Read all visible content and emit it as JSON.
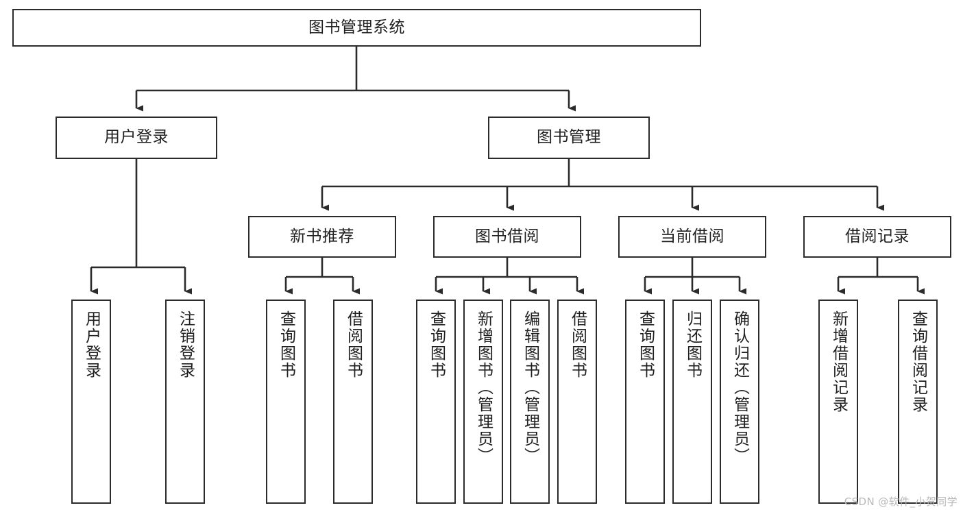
{
  "diagram": {
    "title": "图书管理系统",
    "type": "tree",
    "watermark": "CSDN @软件_小贺同学",
    "colors": {
      "box_border": "#2b2b2b",
      "box_fill": "#ffffff",
      "connector": "#2b2b2b",
      "text": "#1f1f1f",
      "watermark": "#b9b9b9",
      "background": "#ffffff"
    },
    "levels": {
      "root": {
        "label": "图书管理系统"
      },
      "level2": [
        {
          "label": "用户登录"
        },
        {
          "label": "图书管理"
        }
      ],
      "level3": [
        {
          "label": "新书推荐"
        },
        {
          "label": "图书借阅"
        },
        {
          "label": "当前借阅"
        },
        {
          "label": "借阅记录"
        }
      ],
      "leaves": {
        "user_login": [
          {
            "label": "用户登录"
          },
          {
            "label": "注销登录"
          }
        ],
        "new_book_recommend": [
          {
            "label": "查询图书"
          },
          {
            "label": "借阅图书"
          }
        ],
        "book_borrow": [
          {
            "label": "查询图书"
          },
          {
            "label": "新增图书（管理员）"
          },
          {
            "label": "编辑图书（管理员）"
          },
          {
            "label": "借阅图书"
          }
        ],
        "current_borrow": [
          {
            "label": "查询图书"
          },
          {
            "label": "归还图书"
          },
          {
            "label": "确认归还（管理员）"
          }
        ],
        "borrow_record": [
          {
            "label": "新增借阅记录"
          },
          {
            "label": "查询借阅记录"
          }
        ]
      }
    }
  }
}
